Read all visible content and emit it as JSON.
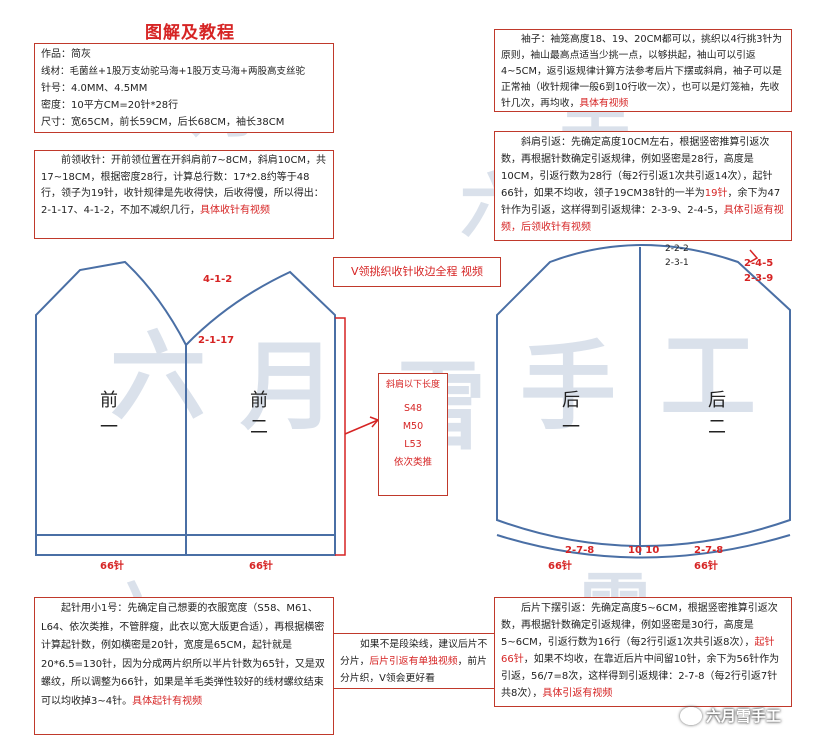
{
  "title": "图解及教程",
  "info": {
    "line1": "作品：简灰",
    "line2": "线材：毛菌丝+1股万支幼驼马海+1股万支马海+两股高支丝驼",
    "line3": "针号：4.0MM、4.5MM",
    "line4": "密度：10平方CM=20针*28行",
    "line5": "尺寸：宽65CM，前长59CM，后长68CM，袖长38CM"
  },
  "front_neck_text": {
    "main": "前领收针：开前领位置在开斜肩前7~8CM，斜肩10CM，共17~18CM，根据密度28行，计算总行数：17*2.8约等于48行，领子为19针，收针规律是先收得快，后收得慢，所以得出：2-1-17、4-1-2，不加不减织几行，",
    "highlight": "具体收针有视频"
  },
  "sleeve_text": {
    "main": "袖子：袖笼高度18、19、20CM都可以，挑织以4行挑3针为原则，袖山最高点适当少挑一点，以够拱起，袖山可以引返4~5CM，返引返规律计算方法参考后片下摆或斜肩，袖子可以是正常袖（收针规律一般6到10行收一次），也可以是灯笼袖，先收针几次，再均收，",
    "highlight": "具体有视频"
  },
  "shoulder_text": {
    "main": "斜肩引返：先确定高度10CM左右，根据竖密推算引返次数，再根据针数确定引返规律，例如竖密是28行，高度是10CM，引返行数为28行（每2行引返1次共引返14次），起针66针，如果不均收，领子19CM38针的一半为",
    "red1": "19针",
    "mid": "，余下为47针作为引返，这样得到引返规律：2-3-9、2-4-5，",
    "highlight": "具体引返有视频，后领收针有视频"
  },
  "v_neck_title": "V领挑织收针收边全程 视频",
  "legend": {
    "title": "斜肩以下长度",
    "s": "S48",
    "m": "M50",
    "l": "L53",
    "note": "依次类推"
  },
  "front_labels": {
    "neck_top": "4-1-2",
    "neck_side": "2-1-17",
    "left_panel": "前",
    "left_panel_num": "一",
    "right_panel": "前",
    "right_panel_num": "二",
    "left_stitches": "66针",
    "right_stitches": "66针"
  },
  "back_labels": {
    "neck_a": "2-2-2",
    "neck_b": "2-3-1",
    "shoulder_a": "2-4-5",
    "shoulder_b": "2-3-9",
    "left_panel": "后",
    "left_panel_num": "一",
    "right_panel": "后",
    "right_panel_num": "二",
    "hem_left": "2-7-8",
    "hem_center": "10 10",
    "hem_right": "2-7-8",
    "left_stitches": "66针",
    "right_stitches": "66针"
  },
  "cast_on_text": {
    "main": "起针用小1号：先确定自己想要的衣服宽度（S58、M61、L64、依次类推，不管胖瘦，此衣以宽大版更合适），再根据横密计算起针数，例如横密是20针，宽度是65CM，起针就是20*6.5=130针，因为分成两片织所以半片针数为65针，又是双螺纹，所以调整为66针，如果是羊毛类弹性较好的线材螺纹结束可以均收掉3~4针。",
    "highlight": "具体起针有视频"
  },
  "middle_text": {
    "main": "如果不是段染线，建议后片不分片，",
    "highlight": "后片引返有单独视频",
    "tail": "，前片分片织，V领会更好看"
  },
  "back_hem_text": {
    "main": "后片下摆引返：先确定高度5~6CM，根据竖密推算引返次数，再根据针数确定引返规律，例如竖密是30行，高度是5~6CM，引返行数为16行（每2行引返1次共引返8次），",
    "red1": "起针66针",
    "mid": "，如果不均收，在靠近后片中间留10针，余下为56针作为引返，56/7=8次，这样得到引返规律：2-7-8（每2行引返7针共8次），",
    "highlight": "具体引返有视频"
  },
  "watermark": {
    "chars": [
      "六",
      "月",
      "雪",
      "手",
      "工"
    ],
    "brand": "六月雪手工"
  },
  "colors": {
    "accent": "#d62424",
    "outline": "#4a6fa5",
    "watermark": "#bcc9dc"
  }
}
